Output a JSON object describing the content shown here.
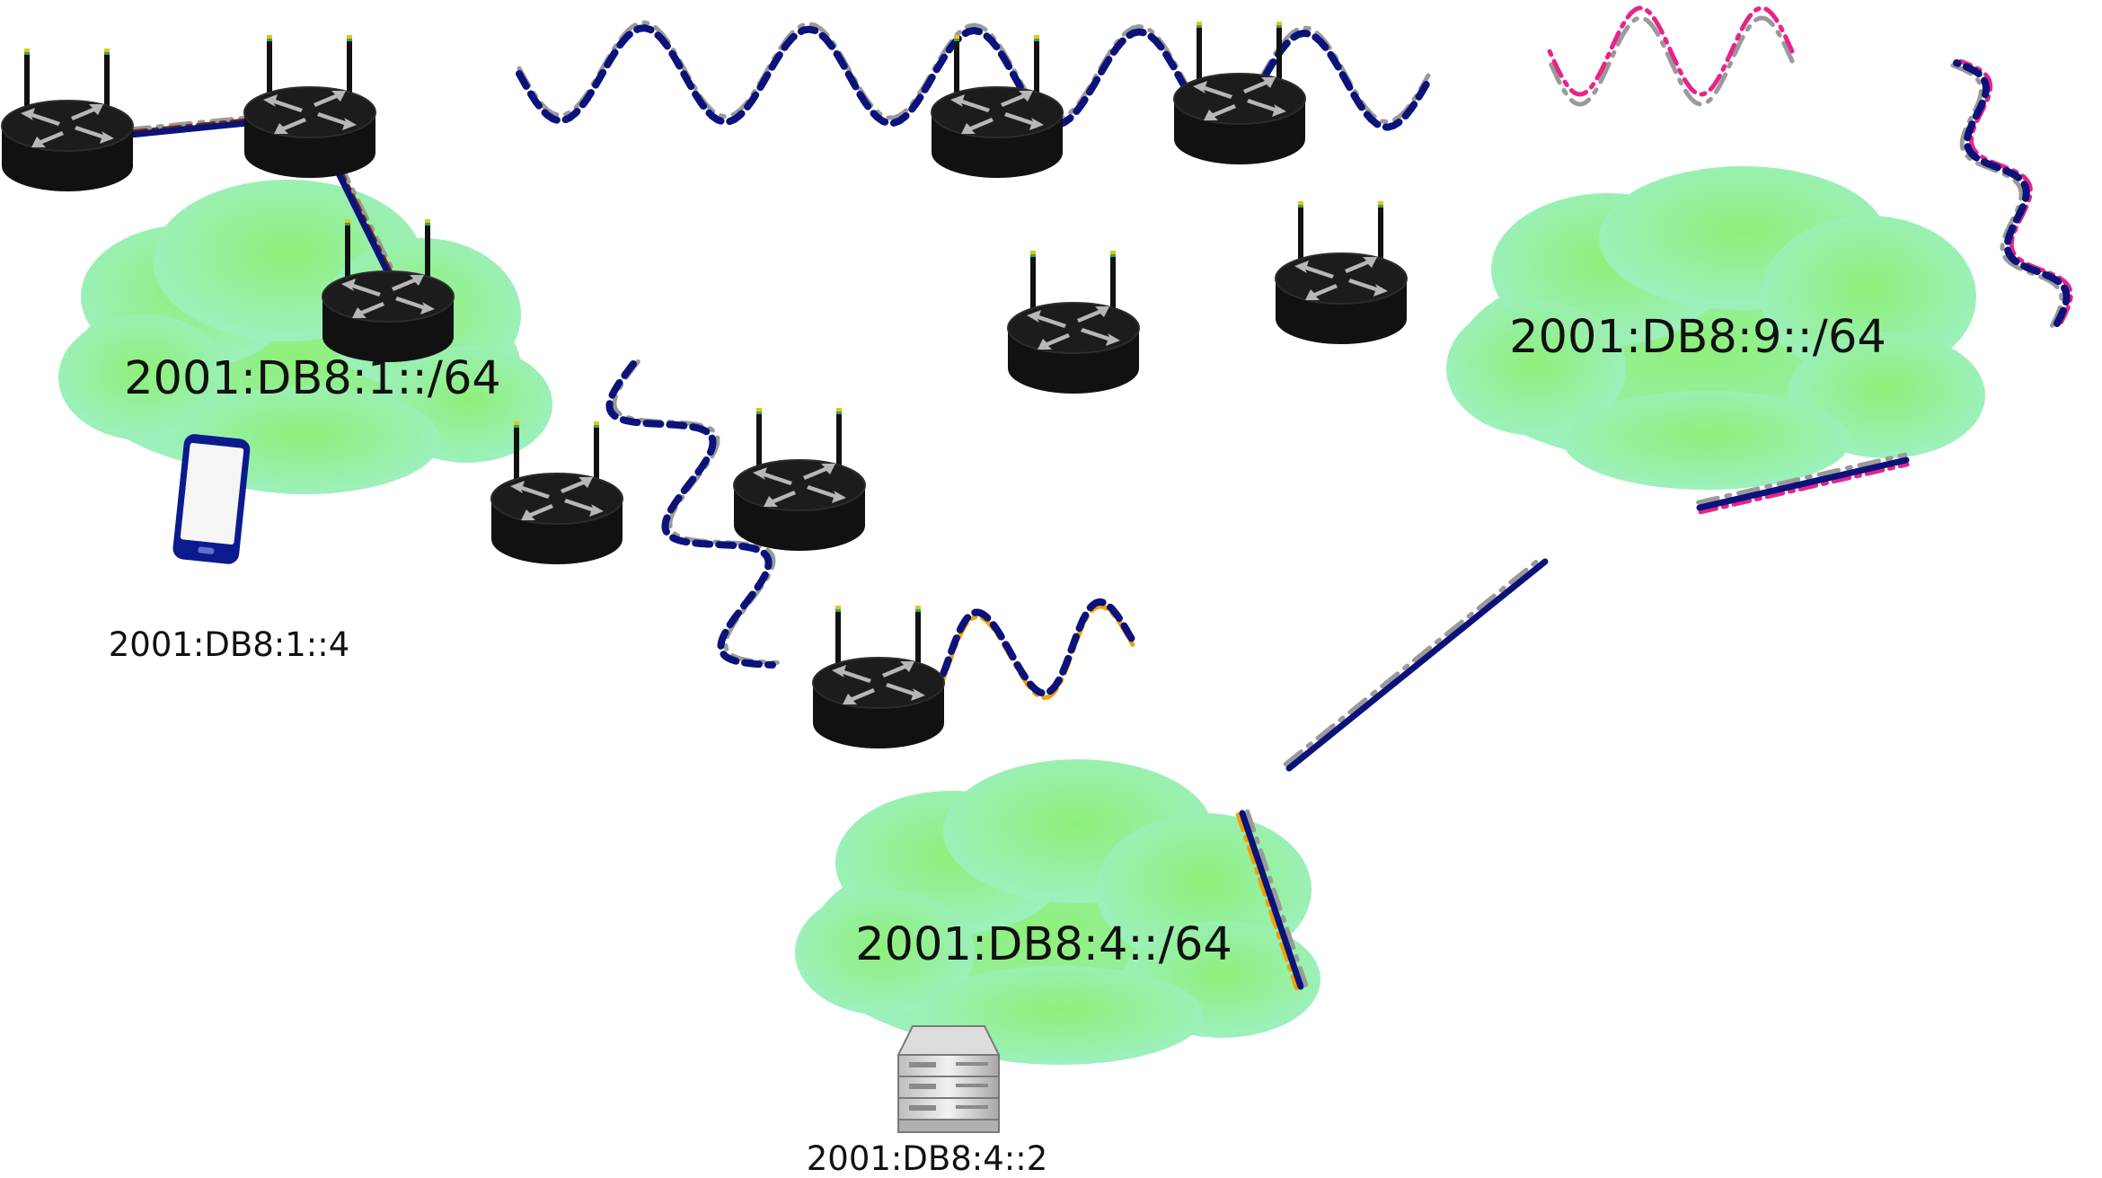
{
  "networks": [
    {
      "id": "net1",
      "prefix": "2001:DB8:1::/64"
    },
    {
      "id": "net4",
      "prefix": "2001:DB8:4::/64"
    },
    {
      "id": "net9",
      "prefix": "2001:DB8:9::/64"
    }
  ],
  "hosts": [
    {
      "id": "phone",
      "kind": "smartphone",
      "icon": "smartphone-icon",
      "address": "2001:DB8:1::4"
    },
    {
      "id": "server",
      "kind": "server",
      "icon": "server-icon",
      "address": "2001:DB8:4::2"
    }
  ],
  "routers": [
    {
      "id": "r1",
      "icon": "router-icon"
    },
    {
      "id": "r2",
      "icon": "router-icon"
    },
    {
      "id": "r3",
      "icon": "router-icon"
    },
    {
      "id": "r4",
      "icon": "router-icon"
    },
    {
      "id": "r5",
      "icon": "router-icon"
    },
    {
      "id": "r6",
      "icon": "router-icon"
    },
    {
      "id": "r7",
      "icon": "router-icon"
    },
    {
      "id": "r8",
      "icon": "router-icon"
    },
    {
      "id": "r9",
      "icon": "router-icon"
    },
    {
      "id": "r10",
      "icon": "router-icon"
    }
  ],
  "links": [
    {
      "id": "r1-r2",
      "medium": "wired",
      "routes": [
        "primary",
        "secondary",
        "brown"
      ]
    },
    {
      "id": "r2-r3",
      "medium": "wired",
      "routes": [
        "primary",
        "secondary",
        "brown"
      ]
    },
    {
      "id": "r2-r6",
      "medium": "wireless",
      "routes": [
        "primary",
        "secondary"
      ]
    },
    {
      "id": "r3-r4",
      "medium": "wireless",
      "routes": [
        "primary",
        "secondary"
      ]
    },
    {
      "id": "r4-r5",
      "medium": "wireless",
      "routes": [
        "primary",
        "orange"
      ]
    },
    {
      "id": "r5-r10",
      "medium": "wired",
      "routes": [
        "primary",
        "secondary",
        "orange"
      ]
    },
    {
      "id": "r5-r8",
      "medium": "wired",
      "routes": [
        "primary",
        "secondary"
      ]
    },
    {
      "id": "r8-r9",
      "medium": "wired",
      "routes": [
        "primary",
        "secondary",
        "pink"
      ]
    },
    {
      "id": "r9-r7",
      "medium": "wireless",
      "routes": [
        "primary",
        "secondary",
        "pink"
      ]
    },
    {
      "id": "r7-r6",
      "medium": "wireless",
      "routes": [
        "secondary",
        "pink"
      ]
    }
  ],
  "colors": {
    "cloud_fill": "#9ef0c4",
    "cloud_center": "#8ef07a",
    "router_body": "#111111",
    "router_arrows": "#b7b7b7",
    "primary_route": "#0b127a",
    "secondary_route": "#9a9a9a",
    "brown_route": "#6b2a0a",
    "orange_route": "#f2a100",
    "pink_route": "#e8238a",
    "phone_frame": "#0b1a8c"
  }
}
